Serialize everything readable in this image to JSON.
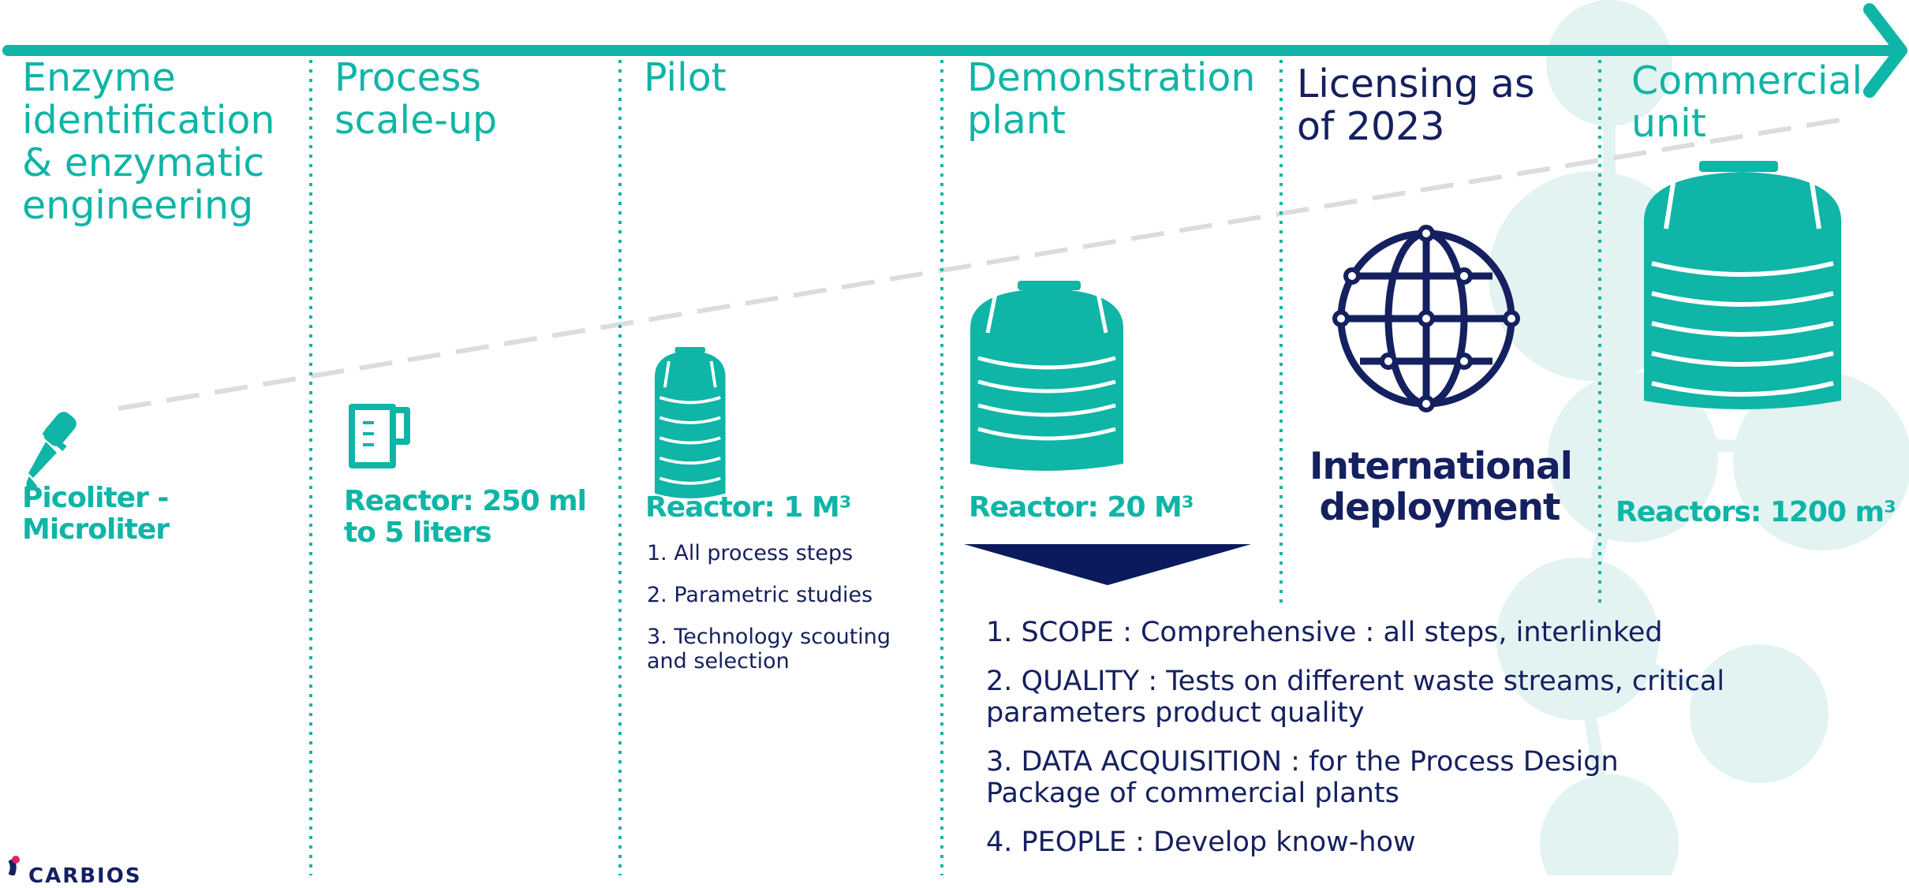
{
  "colors": {
    "teal": "#0fb5a6",
    "navy": "#14205f",
    "light_teal": "#e3f3f1",
    "dashed": "#dcdcdc"
  },
  "stages": [
    {
      "title": "Enzyme identification & enzymatic engineering",
      "scale": "Picoliter - Microliter",
      "icon": "pipette-icon"
    },
    {
      "title": "Process scale-up",
      "scale": "Reactor: 250 ml to 5 liters",
      "icon": "beaker-icon"
    },
    {
      "title": "Pilot",
      "scale": "Reactor: 1 M³",
      "icon": "tank-icon",
      "steps": [
        "1. All process steps",
        "2. Parametric studies",
        "3. Technology scouting and selection"
      ]
    },
    {
      "title": "Demonstration plant",
      "scale": "Reactor: 20 M³",
      "icon": "tank-icon"
    },
    {
      "title": "Licensing as of 2023",
      "scale": "International deployment",
      "icon": "globe-network-icon"
    },
    {
      "title": "Commercial unit",
      "scale": "Reactors: 1200 m³",
      "icon": "tank-icon"
    }
  ],
  "demonstration_outcomes": [
    "1. SCOPE : Comprehensive : all steps, interlinked",
    "2.  QUALITY : Tests on different waste streams, critical parameters product quality",
    "3. DATA ACQUISITION : for the Process Design Package  of  commercial plants",
    "4. PEOPLE : Develop know-how"
  ],
  "logo_text": "CARBIOS"
}
